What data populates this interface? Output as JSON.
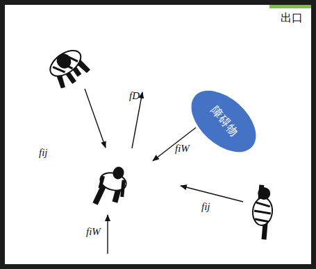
{
  "diagram": {
    "nodes": [
      {
        "text": [
          "障碍物"
        ]
      }
    ],
    "labels": [
      "出口",
      "fij",
      "fD",
      "fiW",
      "fij",
      "fiW"
    ]
  }
}
